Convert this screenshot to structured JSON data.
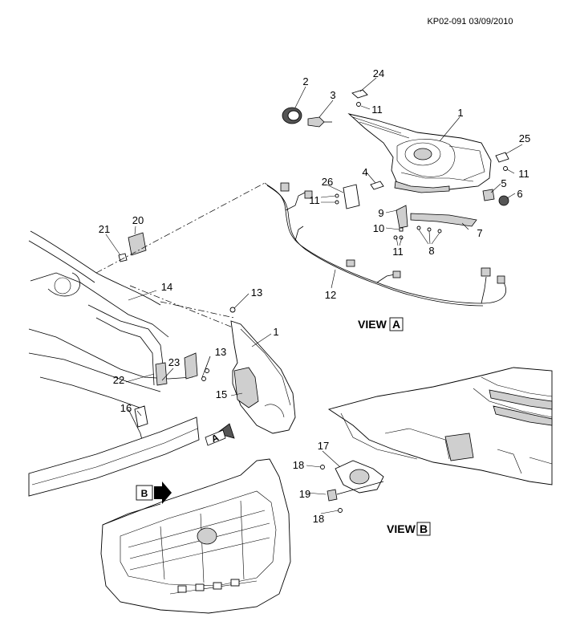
{
  "header": {
    "diagram_id": "KP02-091 03/09/2010"
  },
  "views": {
    "a": {
      "prefix": "VIEW",
      "letter": "A"
    },
    "b": {
      "prefix": "VIEW",
      "letter": "B"
    },
    "arrow_a": "A",
    "arrow_b": "B"
  },
  "callouts": {
    "c1_top": "1",
    "c2": "2",
    "c3": "3",
    "c4": "4",
    "c5": "5",
    "c6": "6",
    "c7": "7",
    "c8": "8",
    "c9": "9",
    "c10": "10",
    "c11_a": "11",
    "c11_b": "11",
    "c11_c": "11",
    "c11_d": "11",
    "c12": "12",
    "c13_a": "13",
    "c13_b": "13",
    "c14": "14",
    "c15": "15",
    "c16": "16",
    "c17": "17",
    "c18_a": "18",
    "c18_b": "18",
    "c19": "19",
    "c20": "20",
    "c21": "21",
    "c22": "22",
    "c23": "23",
    "c24": "24",
    "c25": "25",
    "c26": "26",
    "c1_main": "1"
  }
}
